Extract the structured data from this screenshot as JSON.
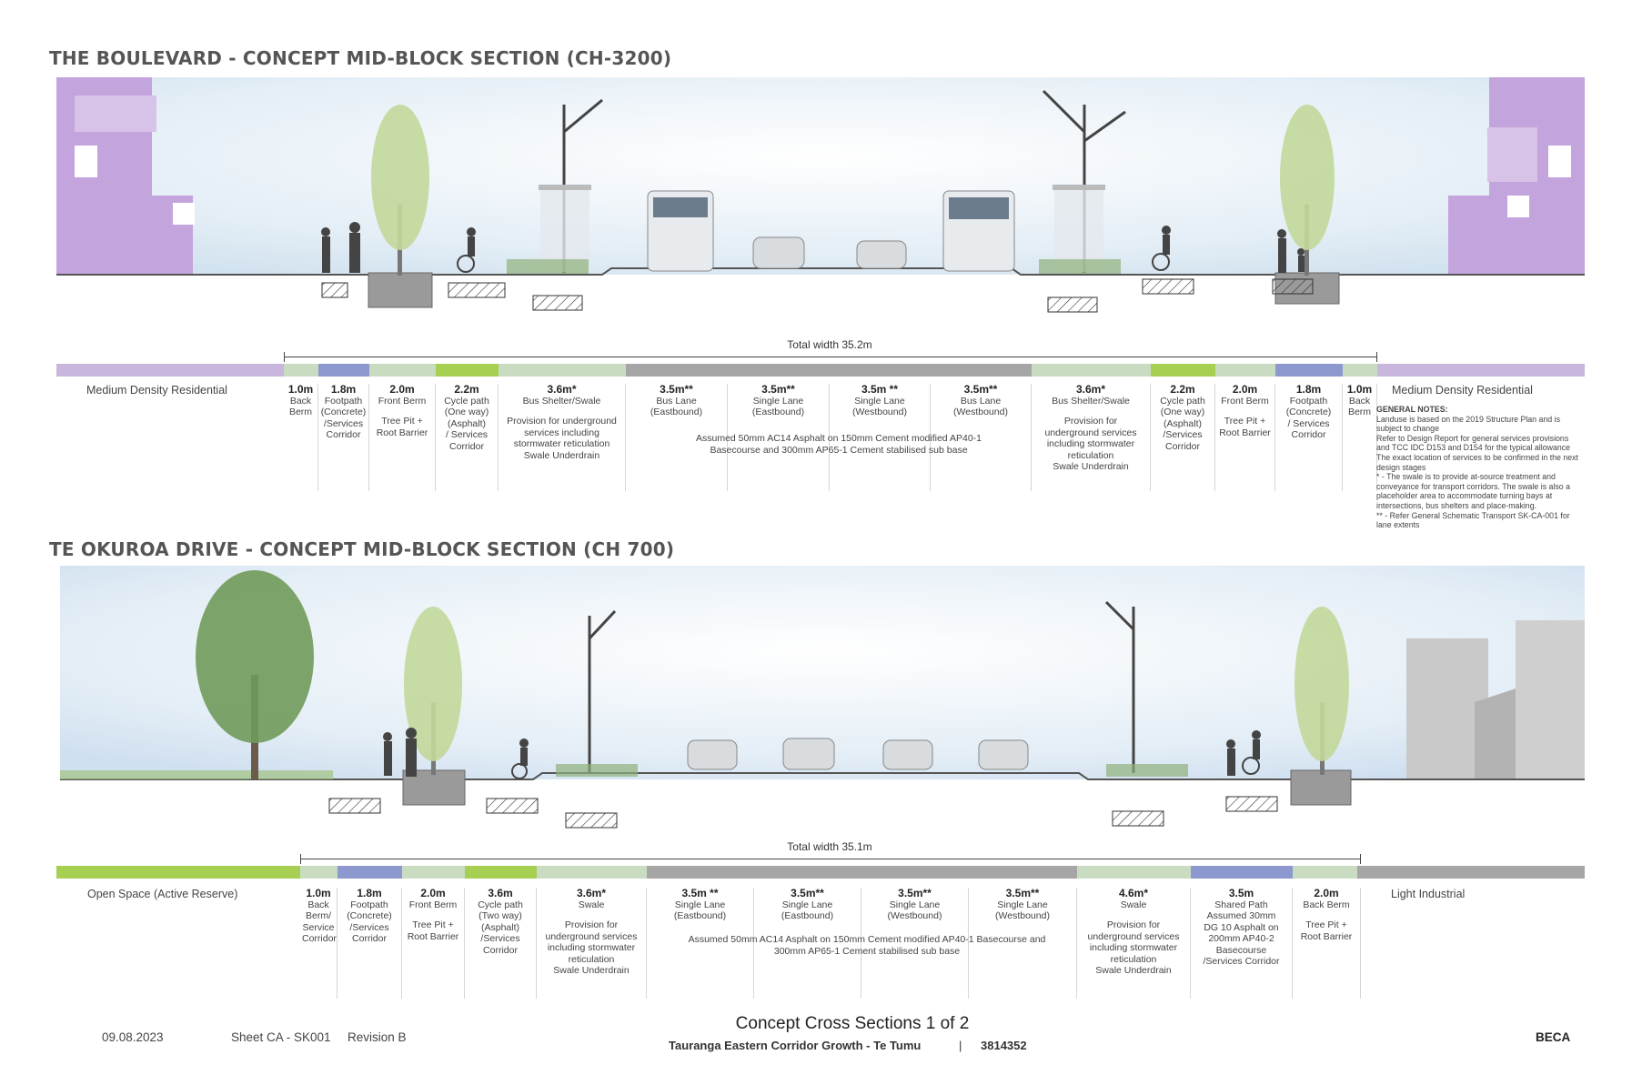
{
  "sections": [
    {
      "title": "THE BOULEVARD - CONCEPT MID-BLOCK SECTION (CH-3200)",
      "total_width": "Total width 35.2m",
      "left_landuse": "Medium Density Residential",
      "right_landuse": "Medium Density Residential",
      "road_note": "Assumed 50mm AC14 Asphalt on 150mm Cement modified AP40-1\nBasecourse and 300mm AP65-1 Cement stabilised sub base",
      "columns": [
        {
          "width": "1.0m",
          "name": "Back\nBerm",
          "desc": "",
          "color": "#c9dcc2"
        },
        {
          "width": "1.8m",
          "name": "Footpath\n(Concrete)\n/Services\nCorridor",
          "desc": "",
          "color": "#8d98cf"
        },
        {
          "width": "2.0m",
          "name": "Front Berm",
          "desc": "Tree Pit +\nRoot Barrier",
          "color": "#c9dcc2"
        },
        {
          "width": "2.2m",
          "name": "Cycle path\n(One way)\n(Asphalt)\n/ Services\nCorridor",
          "desc": "",
          "color": "#a7d052"
        },
        {
          "width": "3.6m*",
          "name": "Bus Shelter/Swale",
          "desc": "Provision for underground\nservices including\nstormwater reticulation\nSwale Underdrain",
          "color": "#c9dcc2"
        },
        {
          "width": "3.5m**",
          "name": "Bus Lane\n(Eastbound)",
          "desc": "",
          "color": "#a6a6a6"
        },
        {
          "width": "3.5m**",
          "name": "Single Lane\n(Eastbound)",
          "desc": "",
          "color": "#a6a6a6"
        },
        {
          "width": "3.5m **",
          "name": "Single Lane\n(Westbound)",
          "desc": "",
          "color": "#a6a6a6"
        },
        {
          "width": "3.5m**",
          "name": "Bus Lane\n(Westbound)",
          "desc": "",
          "color": "#a6a6a6"
        },
        {
          "width": "3.6m*",
          "name": "Bus Shelter/Swale",
          "desc": "Provision for\nunderground services\nincluding stormwater\nreticulation\nSwale Underdrain",
          "color": "#c9dcc2"
        },
        {
          "width": "2.2m",
          "name": "Cycle path\n(One way)\n(Asphalt)\n/Services\nCorridor",
          "desc": "",
          "color": "#a7d052"
        },
        {
          "width": "2.0m",
          "name": "Front Berm",
          "desc": "Tree Pit +\nRoot Barrier",
          "color": "#c9dcc2"
        },
        {
          "width": "1.8m",
          "name": "Footpath\n(Concrete)\n/ Services\nCorridor",
          "desc": "",
          "color": "#8d98cf"
        },
        {
          "width": "1.0m",
          "name": "Back\nBerm",
          "desc": "",
          "color": "#c9dcc2"
        }
      ]
    },
    {
      "title": "TE OKUROA DRIVE - CONCEPT MID-BLOCK SECTION (CH 700)",
      "total_width": "Total width 35.1m",
      "left_landuse": "Open Space (Active Reserve)",
      "right_landuse": "Light Industrial",
      "road_note": "Assumed 50mm AC14 Asphalt on 150mm Cement modified AP40-1 Basecourse and\n300mm AP65-1 Cement stabilised sub base",
      "columns": [
        {
          "width": "1.0m",
          "name": "Back\nBerm/\nService\nCorridor",
          "desc": "",
          "color": "#c9dcc2"
        },
        {
          "width": "1.8m",
          "name": "Footpath\n(Concrete)\n/Services\nCorridor",
          "desc": "",
          "color": "#8d98cf"
        },
        {
          "width": "2.0m",
          "name": "Front Berm",
          "desc": "Tree Pit +\nRoot Barrier",
          "color": "#c9dcc2"
        },
        {
          "width": "3.6m",
          "name": "Cycle path\n(Two way)\n(Asphalt)\n/Services\nCorridor",
          "desc": "",
          "color": "#a7d052"
        },
        {
          "width": "3.6m*",
          "name": "Swale",
          "desc": "Provision for\nunderground services\nincluding stormwater\nreticulation\nSwale Underdrain",
          "color": "#c9dcc2"
        },
        {
          "width": "3.5m **",
          "name": "Single Lane\n(Eastbound)",
          "desc": "",
          "color": "#a6a6a6"
        },
        {
          "width": "3.5m**",
          "name": "Single Lane\n(Eastbound)",
          "desc": "",
          "color": "#a6a6a6"
        },
        {
          "width": "3.5m**",
          "name": "Single Lane\n(Westbound)",
          "desc": "",
          "color": "#a6a6a6"
        },
        {
          "width": "3.5m**",
          "name": "Single Lane\n(Westbound)",
          "desc": "",
          "color": "#a6a6a6"
        },
        {
          "width": "4.6m*",
          "name": "Swale",
          "desc": "Provision for\nunderground services\nincluding stormwater\nreticulation\nSwale Underdrain",
          "color": "#c9dcc2"
        },
        {
          "width": "3.5m",
          "name": "Shared Path\nAssumed 30mm\nDG 10 Asphalt on\n200mm AP40-2\nBasecourse\n/Services Corridor",
          "desc": "",
          "color": "#8d98cf"
        },
        {
          "width": "2.0m",
          "name": "Back Berm",
          "desc": "Tree Pit +\nRoot Barrier",
          "color": "#c9dcc2"
        }
      ]
    }
  ],
  "general_notes": {
    "heading": "GENERAL NOTES:",
    "lines": [
      "Landuse is based on the 2019 Structure Plan and is subject to change",
      "Refer to Design Report for general services provisions and TCC IDC D153 and D154 for the typical allowance",
      "The exact location of services to be confirmed in the next design stages",
      "* - The swale is to provide at-source treatment and conveyance for transport corridors. The swale is also a placeholder area to accommodate turning bays at intersections, bus shelters and place-making.",
      "** - Refer General Schematic Transport  SK-CA-001 for lane extents"
    ]
  },
  "footer": {
    "date": "09.08.2023",
    "sheet": "Sheet CA - SK001",
    "revision": "Revision B",
    "title": "Concept Cross Sections 1 of 2",
    "subtitle": "Tauranga Eastern Corridor Growth - Te Tumu",
    "separator": "|",
    "project_no": "3814352",
    "company": "BECA"
  },
  "colors": {
    "residential": "#c8b6dd",
    "open_space": "#a7d052",
    "industrial": "#a6a6a6",
    "berm": "#c9dcc2",
    "footpath": "#8d98cf",
    "cycle": "#a7d052",
    "road": "#a6a6a6",
    "building_purple": "#c4a4dc"
  }
}
